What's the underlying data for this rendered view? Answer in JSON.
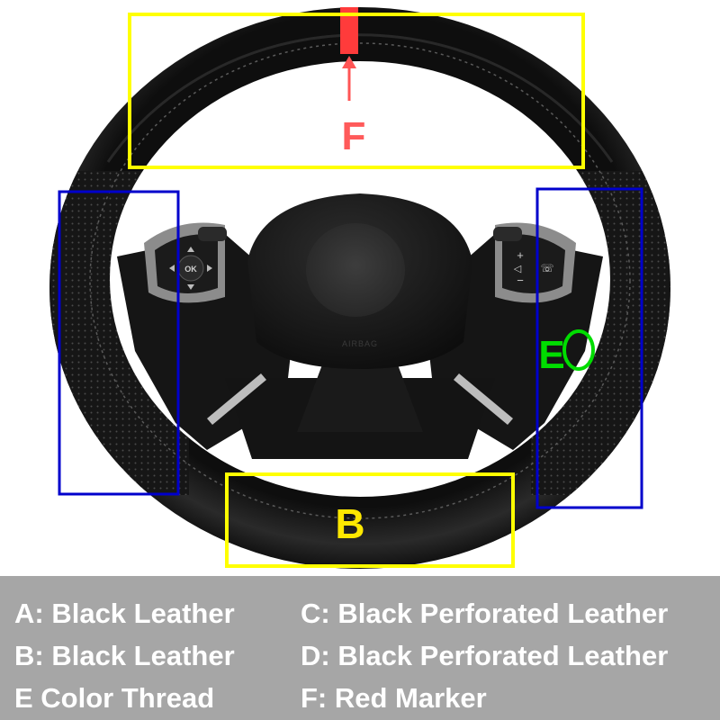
{
  "image": {
    "region_labels": {
      "f": "F",
      "b": "B",
      "e": "E"
    },
    "colors": {
      "region_top_bottom": "#ffff00",
      "region_sides": "#0000cc",
      "marker": "#ff3b3b",
      "thread_indicator": "#00dd00",
      "leather": "#1a1a1a",
      "legend_background": "#a6a6a6",
      "legend_text": "#ffffff"
    }
  },
  "legend": {
    "a": "A: Black Leather",
    "b": "B: Black Leather",
    "e": "E  Color Thread",
    "c": "C: Black Perforated Leather",
    "d": "D: Black Perforated Leather",
    "f": "F: Red Marker"
  }
}
